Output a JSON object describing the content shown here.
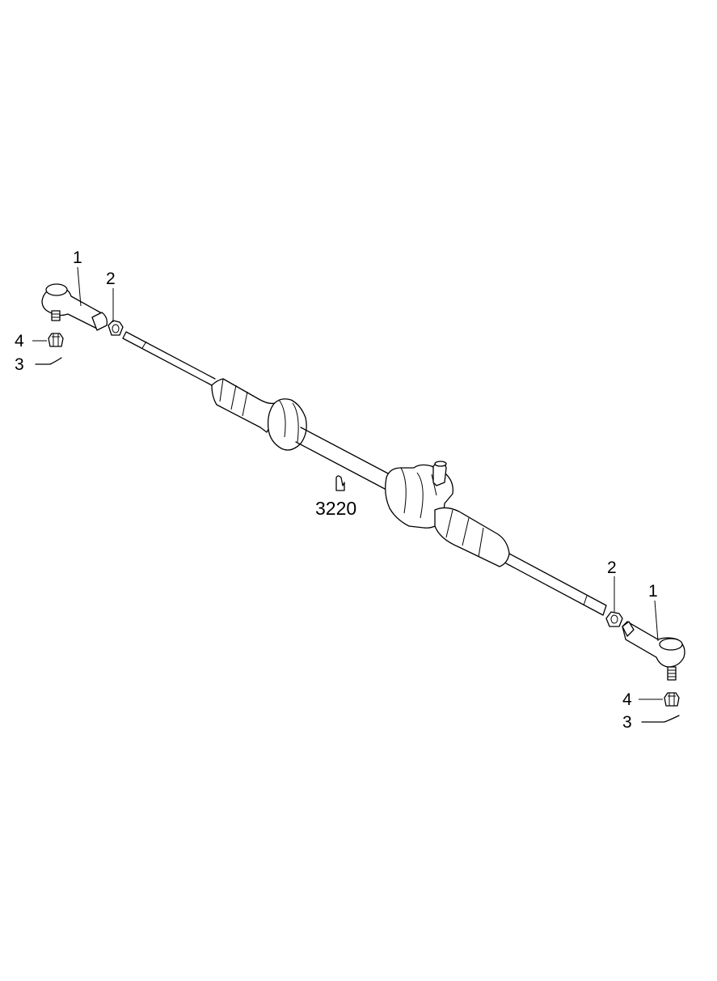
{
  "callouts": {
    "left_tie_rod_end": "1",
    "left_lock_nut": "2",
    "left_cotter_pin": "3",
    "left_castle_nut": "4",
    "right_tie_rod_end": "1",
    "right_lock_nut": "2",
    "right_cotter_pin": "3",
    "right_castle_nut": "4",
    "gear_assembly_ref": "3220"
  }
}
